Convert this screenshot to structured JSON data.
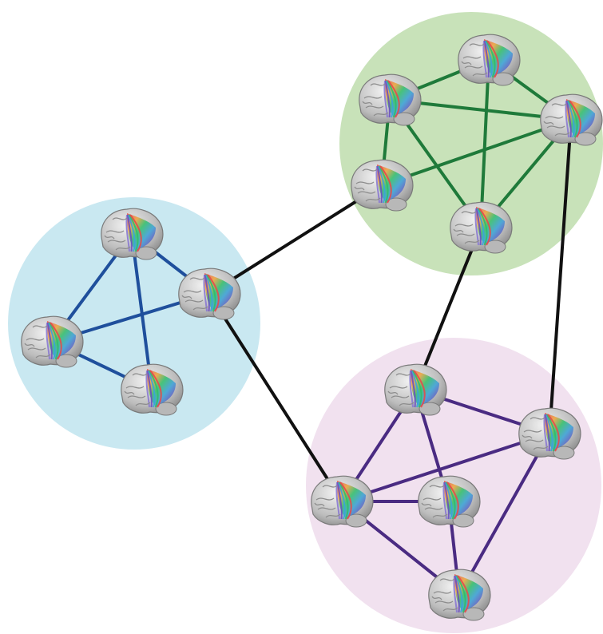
{
  "diagram": {
    "communities": [
      {
        "id": "blue",
        "fill": "#c9e8f1",
        "edge_color": "#1f4f9c"
      },
      {
        "id": "green",
        "fill": "#c8e2b9",
        "edge_color": "#1f7a3a"
      },
      {
        "id": "purple",
        "fill": "#f1e1ef",
        "edge_color": "#4a2b82"
      }
    ],
    "inter_edge_color": "#111111",
    "brain_palette": [
      "#d9d9d9",
      "#b8b8b8",
      "#8a7ad0",
      "#6a4fc0",
      "#3aa3d9",
      "#2fbf6a",
      "#e34b4b",
      "#f0a23a",
      "#e86ab8"
    ],
    "nodes": [
      {
        "id": "b1",
        "community": "blue"
      },
      {
        "id": "b2",
        "community": "blue"
      },
      {
        "id": "b3",
        "community": "blue"
      },
      {
        "id": "b4",
        "community": "blue"
      },
      {
        "id": "g1",
        "community": "green"
      },
      {
        "id": "g2",
        "community": "green"
      },
      {
        "id": "g3",
        "community": "green"
      },
      {
        "id": "g4",
        "community": "green"
      },
      {
        "id": "g5",
        "community": "green"
      },
      {
        "id": "p1",
        "community": "purple"
      },
      {
        "id": "p2",
        "community": "purple"
      },
      {
        "id": "p3",
        "community": "purple"
      },
      {
        "id": "p4",
        "community": "purple"
      },
      {
        "id": "p5",
        "community": "purple"
      }
    ],
    "edges": [
      [
        "b1",
        "b2"
      ],
      [
        "b1",
        "b3"
      ],
      [
        "b1",
        "b4"
      ],
      [
        "b2",
        "b3"
      ],
      [
        "b3",
        "b4"
      ],
      [
        "g1",
        "g2"
      ],
      [
        "g1",
        "g3"
      ],
      [
        "g1",
        "g4"
      ],
      [
        "g1",
        "g5"
      ],
      [
        "g2",
        "g3"
      ],
      [
        "g2",
        "g5"
      ],
      [
        "g3",
        "g4"
      ],
      [
        "g3",
        "g5"
      ],
      [
        "p1",
        "p2"
      ],
      [
        "p1",
        "p3"
      ],
      [
        "p1",
        "p4"
      ],
      [
        "p2",
        "p3"
      ],
      [
        "p3",
        "p4"
      ],
      [
        "p3",
        "p5"
      ],
      [
        "p2",
        "p5"
      ],
      [
        "p4",
        "p5"
      ],
      [
        "p1",
        "p3"
      ],
      [
        "b2",
        "g4"
      ],
      [
        "b2",
        "p3"
      ],
      [
        "g5",
        "p1"
      ],
      [
        "g3",
        "p2"
      ]
    ]
  }
}
